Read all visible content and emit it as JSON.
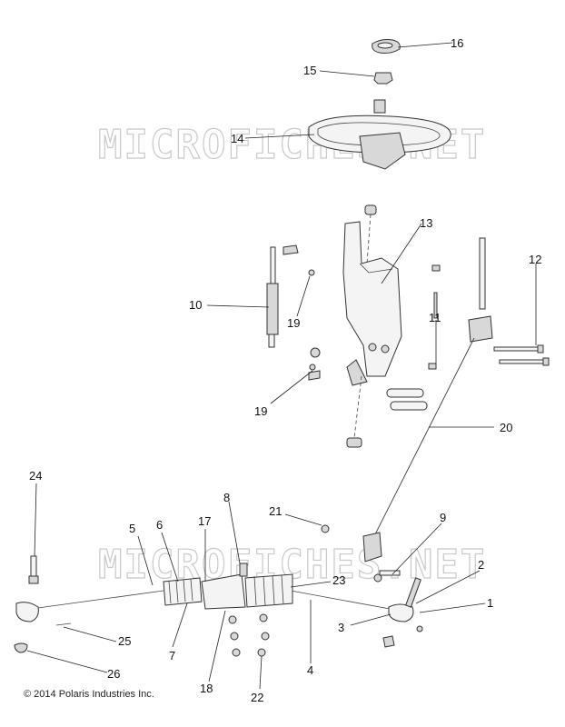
{
  "watermark": "MICROFICHES.NET",
  "copyright": "© 2014 Polaris Industries Inc.",
  "callouts": [
    "1",
    "2",
    "3",
    "4",
    "5",
    "6",
    "7",
    "8",
    "9",
    "10",
    "11",
    "12",
    "13",
    "14",
    "15",
    "16",
    "17",
    "18",
    "19",
    "19",
    "20",
    "21",
    "22",
    "23",
    "24",
    "25",
    "26"
  ]
}
